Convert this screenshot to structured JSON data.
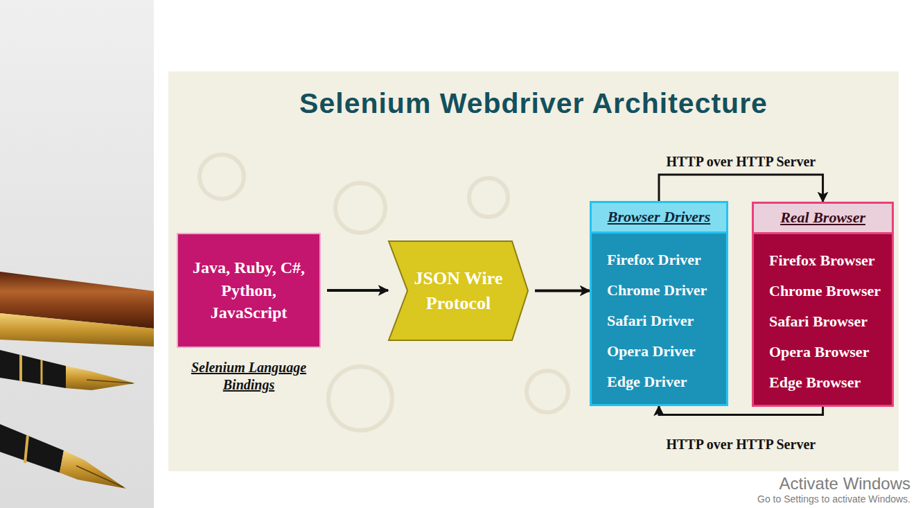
{
  "diagram": {
    "title": "Selenium Webdriver Architecture",
    "nodes": [
      {
        "text": [
          "Java, Ruby, C#, Python, JavaScript",
          "Selenium Language Bindings"
        ]
      },
      {
        "text": [
          "JSON Wire Protocol"
        ]
      },
      {
        "text": [
          "Browser Drivers",
          "Firefox Driver",
          "Chrome Driver",
          "Safari Driver",
          "Opera Driver",
          "Edge Driver"
        ]
      },
      {
        "text": [
          "Real Browser",
          "Firefox Browser",
          "Chrome Browser",
          "Safari Browser",
          "Opera Browser",
          "Edge Browser"
        ]
      }
    ],
    "edges": [
      {
        "from": 0,
        "to": 1,
        "arrow": "to"
      },
      {
        "from": 1,
        "to": 2,
        "arrow": "to"
      },
      {
        "from": 2,
        "to": 3,
        "label": "HTTP over HTTP Server",
        "arrow": "to"
      },
      {
        "from": 3,
        "to": 2,
        "label": "HTTP over HTTP Server",
        "arrow": "to"
      }
    ],
    "labels": [
      "Activate Windows",
      "Go to Settings to activate Windows."
    ]
  }
}
